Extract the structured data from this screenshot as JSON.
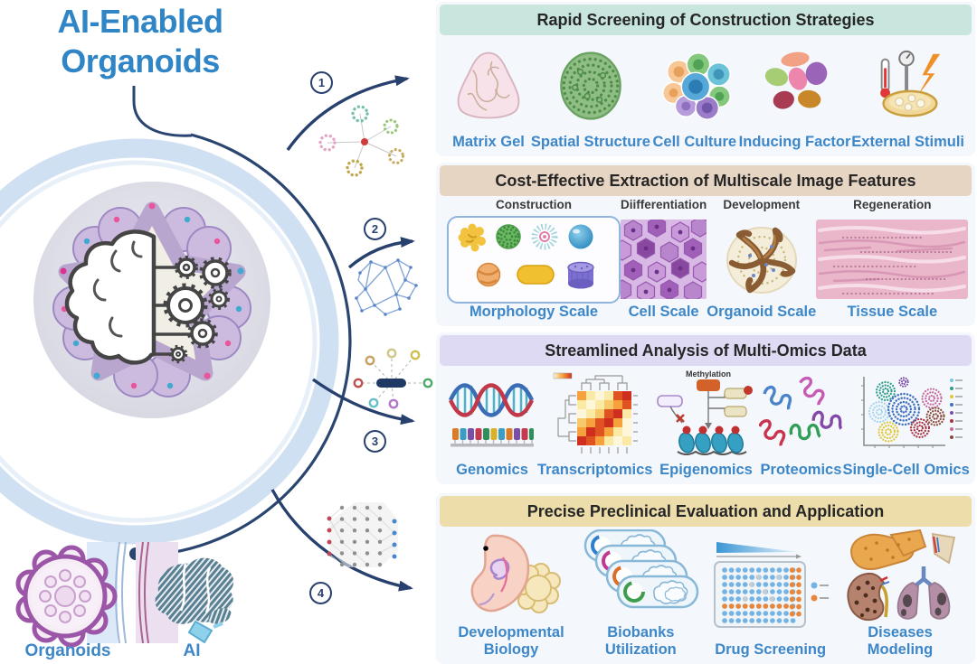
{
  "figure": {
    "title": "AI-Enabled Organoids",
    "legend": {
      "left_label": "Organoids",
      "right_label": "AI"
    }
  },
  "steps": [
    {
      "number": "1",
      "icon": "clustered-network"
    },
    {
      "number": "2",
      "icon": "mesh-network"
    },
    {
      "number": "3",
      "icon": "hub-network"
    },
    {
      "number": "4",
      "icon": "neural-network-grid"
    }
  ],
  "panels": [
    {
      "title": "Rapid Screening of Construction Strategies",
      "header_color": "#c9e6de",
      "items": [
        {
          "label": "Matrix Gel",
          "icon": "matrix-gel"
        },
        {
          "label": "Spatial Structure",
          "icon": "porous-sphere"
        },
        {
          "label": "Cell Culture",
          "icon": "cell-cluster"
        },
        {
          "label": "Inducing Factor",
          "icon": "factor-blobs"
        },
        {
          "label": "External Stimuli",
          "icon": "dish-with-stimuli"
        }
      ]
    },
    {
      "title": "Cost-Effective Extraction of Multiscale Image Features",
      "header_color": "#e7d5c4",
      "groups": [
        {
          "stage": "Construction",
          "label": "Morphology Scale",
          "icon": "morphology-shapes"
        },
        {
          "stage": "Diifferentiation",
          "label": "Cell Scale",
          "icon": "cell-mosaic"
        },
        {
          "stage": "Development",
          "label": "Organoid Scale",
          "icon": "branching-organoid"
        },
        {
          "stage": "Regeneration",
          "label": "Tissue Scale",
          "icon": "tissue-section"
        }
      ]
    },
    {
      "title": "Streamlined Analysis of Multi-Omics Data",
      "header_color": "#dedaf3",
      "items": [
        {
          "label": "Genomics",
          "icon": "dna-helix"
        },
        {
          "label": "Transcriptomics",
          "icon": "clustered-heatmap"
        },
        {
          "label": "Epigenomics",
          "icon": "methylation-diagram",
          "annotation": "Methylation"
        },
        {
          "label": "Proteomics",
          "icon": "protein-ribbons"
        },
        {
          "label": "Single-Cell Omics",
          "icon": "tsne-scatter"
        }
      ]
    },
    {
      "title": "Precise Preclinical Evaluation and Application",
      "header_color": "#ecddab",
      "items": [
        {
          "label": "Developmental Biology",
          "icon": "embryo"
        },
        {
          "label": "Biobanks Utilization",
          "icon": "stacked-organoid-dishes"
        },
        {
          "label": "Drug Screening",
          "icon": "microwell-plate"
        },
        {
          "label": "Diseases Modeling",
          "icon": "organs"
        }
      ]
    }
  ],
  "colors": {
    "title_blue": "#2f85c5",
    "label_blue": "#3d87c8",
    "navy": "#27406e",
    "panel_bg": "#f4f7fb",
    "ring_blue": "#cfe0f2"
  }
}
